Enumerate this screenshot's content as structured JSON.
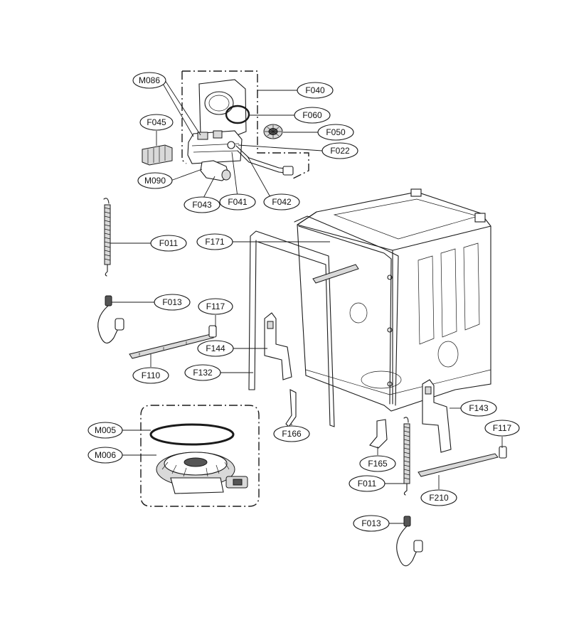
{
  "callouts": {
    "M086": "M086",
    "F040": "F040",
    "F060": "F060",
    "F045": "F045",
    "F050": "F050",
    "F022": "F022",
    "M090": "M090",
    "F043": "F043",
    "F041": "F041",
    "F042": "F042",
    "F011_upper": "F011",
    "F171": "F171",
    "F013_upper": "F013",
    "F117_left": "F117",
    "F144": "F144",
    "F110": "F110",
    "F132": "F132",
    "F143": "F143",
    "F117_right": "F117",
    "F166": "F166",
    "M005": "M005",
    "M006": "M006",
    "F165": "F165",
    "F011_lower": "F011",
    "F210": "F210",
    "F013_lower": "F013"
  }
}
